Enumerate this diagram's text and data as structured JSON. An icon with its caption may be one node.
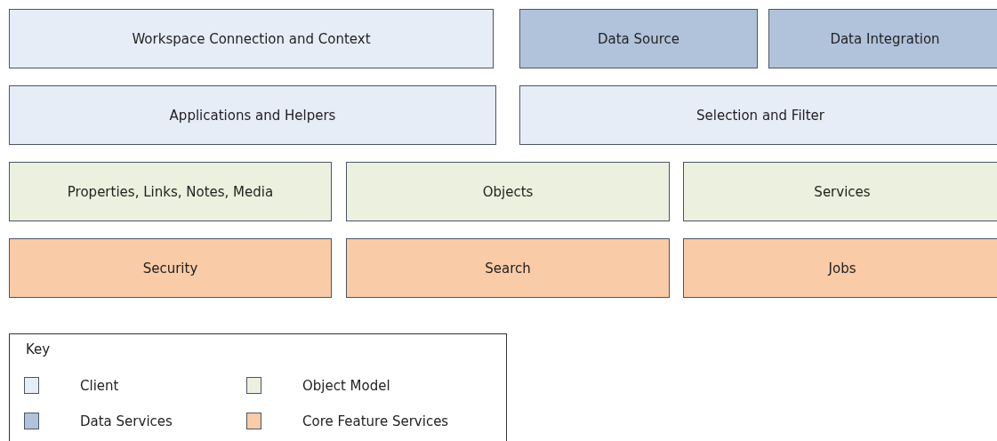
{
  "diagram": {
    "nodes": [
      {
        "text": [
          "Workspace Connection and Context"
        ]
      },
      {
        "text": [
          "Data Source"
        ]
      },
      {
        "text": [
          "Data Integration"
        ]
      },
      {
        "text": [
          "Applications and Helpers"
        ]
      },
      {
        "text": [
          "Selection and Filter"
        ]
      },
      {
        "text": [
          "Properties, Links, Notes, Media"
        ]
      },
      {
        "text": [
          "Objects"
        ]
      },
      {
        "text": [
          "Services"
        ]
      },
      {
        "text": [
          "Security"
        ]
      },
      {
        "text": [
          "Search"
        ]
      },
      {
        "text": [
          "Jobs"
        ]
      }
    ],
    "labels": [
      "Key"
    ],
    "legend": [
      {
        "text": "Client",
        "color": "#e6edf7"
      },
      {
        "text": "Object Model",
        "color": "#ebf1de"
      },
      {
        "text": "Data Services",
        "color": "#b1c3db"
      },
      {
        "text": "Core Feature Services",
        "color": "#f9cba6"
      }
    ]
  }
}
